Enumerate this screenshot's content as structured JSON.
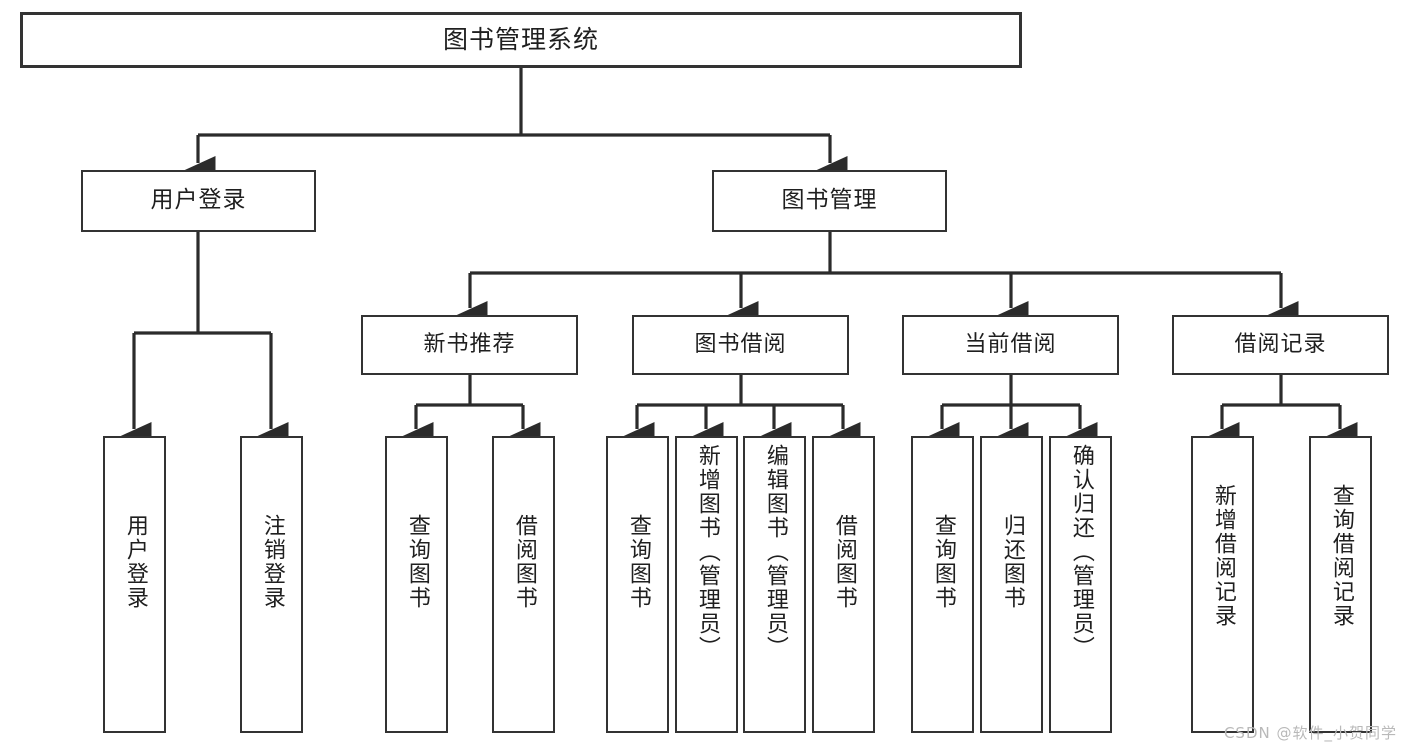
{
  "diagram": {
    "title": "图书管理系统",
    "type": "tree",
    "colors": {
      "border": "#333333",
      "background": "#ffffff",
      "text": "#1f1f1f",
      "watermark": "#b9b9b9"
    },
    "root": {
      "label": "图书管理系统"
    },
    "level2": [
      {
        "label": "用户登录"
      },
      {
        "label": "图书管理"
      }
    ],
    "level3": [
      {
        "label": "新书推荐"
      },
      {
        "label": "图书借阅"
      },
      {
        "label": "当前借阅"
      },
      {
        "label": "借阅记录"
      }
    ],
    "leaves": [
      {
        "label": "用户登录",
        "parent": "用户登录"
      },
      {
        "label": "注销登录",
        "parent": "用户登录"
      },
      {
        "label": "查询图书",
        "parent": "新书推荐"
      },
      {
        "label": "借阅图书",
        "parent": "新书推荐"
      },
      {
        "label": "查询图书",
        "parent": "图书借阅"
      },
      {
        "label": "新增图书（管理员）",
        "parent": "图书借阅"
      },
      {
        "label": "编辑图书（管理员）",
        "parent": "图书借阅"
      },
      {
        "label": "借阅图书",
        "parent": "图书借阅"
      },
      {
        "label": "查询图书",
        "parent": "当前借阅"
      },
      {
        "label": "归还图书",
        "parent": "当前借阅"
      },
      {
        "label": "确认归还（管理员）",
        "parent": "当前借阅"
      },
      {
        "label": "新增借阅记录",
        "parent": "借阅记录"
      },
      {
        "label": "查询借阅记录",
        "parent": "借阅记录"
      }
    ]
  },
  "watermark": {
    "text": "CSDN @软件_小贺同学"
  }
}
